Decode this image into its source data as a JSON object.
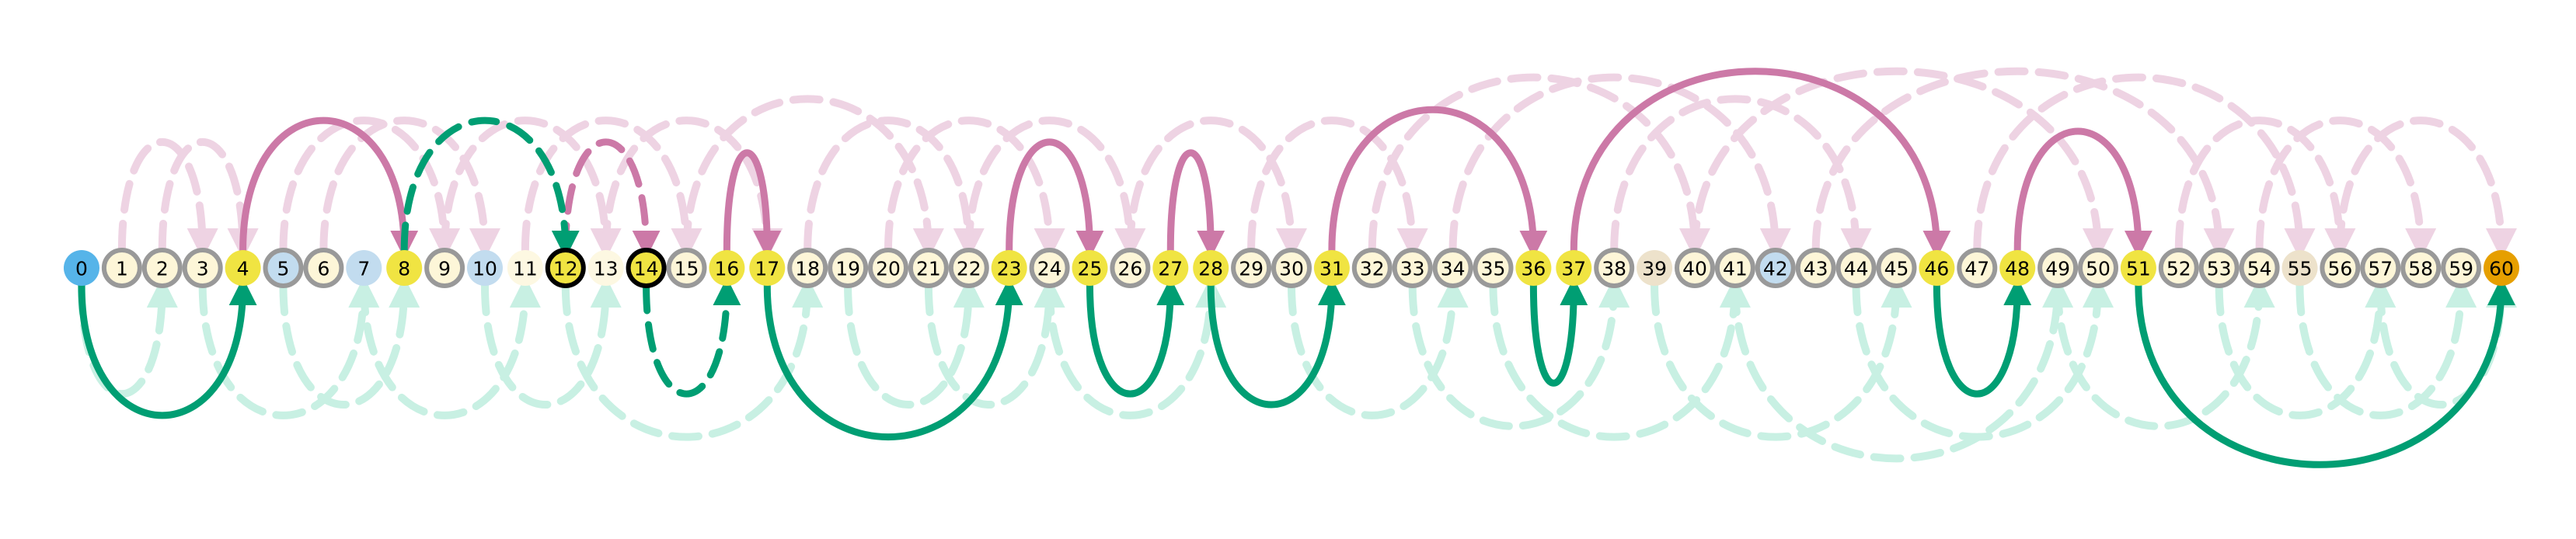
{
  "node_labels": [
    "0",
    "1",
    "2",
    "3",
    "4",
    "5",
    "6",
    "7",
    "8",
    "9",
    "10",
    "11",
    "12",
    "13",
    "14",
    "15",
    "16",
    "17",
    "18",
    "19",
    "20",
    "21",
    "22",
    "23",
    "24",
    "25",
    "26",
    "27",
    "28",
    "29",
    "30",
    "31",
    "32",
    "33",
    "34",
    "35",
    "36",
    "37",
    "38",
    "39",
    "40",
    "41",
    "42",
    "43",
    "44",
    "45",
    "46",
    "47",
    "48",
    "49",
    "50",
    "51",
    "52",
    "53",
    "54",
    "55",
    "56",
    "57",
    "58",
    "59",
    "60"
  ],
  "colors": {
    "start": "#56b4e9",
    "goal": "#e69f00",
    "path": "#f0e442",
    "visited_fill": "#fdf6d8",
    "visited_ring": "#999999",
    "blue_light": "#c2dcef",
    "beige": "#ede2cb",
    "cream": "#fdf8e2",
    "ring_highlight": "#000000",
    "active_up": "#cc79a7",
    "active_down": "#009e73",
    "faded_up": "#eed3e3",
    "faded_down": "#c8f0e3"
  },
  "node_styles": {
    "start": [
      0
    ],
    "goal": [
      60
    ],
    "path": [
      4,
      8,
      12,
      14,
      16,
      17,
      23,
      25,
      27,
      28,
      31,
      36,
      37,
      46,
      48,
      51
    ],
    "ringed_cream": [
      1,
      2,
      3,
      5,
      6,
      9,
      15,
      18,
      19,
      20,
      21,
      22,
      24,
      26,
      29,
      30,
      32,
      33,
      34,
      35,
      38,
      40,
      41,
      43,
      44,
      45,
      47,
      49,
      50,
      52,
      53,
      54,
      56,
      57,
      58,
      59
    ],
    "blue_light": [
      5,
      7,
      10,
      42
    ],
    "beige": [
      39,
      55
    ],
    "cream_plain": [
      11,
      13
    ],
    "black_ring": [
      12,
      14
    ]
  },
  "active_arcs": [
    {
      "from": 4,
      "to": 8,
      "side": "up",
      "dashed": false
    },
    {
      "from": 16,
      "to": 17,
      "side": "up",
      "dashed": false
    },
    {
      "from": 23,
      "to": 25,
      "side": "up",
      "dashed": false
    },
    {
      "from": 27,
      "to": 28,
      "side": "up",
      "dashed": false
    },
    {
      "from": 31,
      "to": 36,
      "side": "up",
      "dashed": false
    },
    {
      "from": 37,
      "to": 46,
      "side": "up",
      "dashed": false
    },
    {
      "from": 48,
      "to": 51,
      "side": "up",
      "dashed": false
    },
    {
      "from": 12,
      "to": 14,
      "side": "up",
      "dashed": true
    },
    {
      "from": 0,
      "to": 4,
      "side": "down",
      "dashed": false
    },
    {
      "from": 17,
      "to": 23,
      "side": "down",
      "dashed": false
    },
    {
      "from": 25,
      "to": 27,
      "side": "down",
      "dashed": false
    },
    {
      "from": 28,
      "to": 31,
      "side": "down",
      "dashed": false
    },
    {
      "from": 36,
      "to": 37,
      "side": "down",
      "dashed": false
    },
    {
      "from": 46,
      "to": 48,
      "side": "down",
      "dashed": false
    },
    {
      "from": 51,
      "to": 60,
      "side": "down",
      "dashed": false
    },
    {
      "from": 8,
      "to": 12,
      "side": "up",
      "dashed": true,
      "color": "down"
    },
    {
      "from": 14,
      "to": 16,
      "side": "down",
      "dashed": true
    }
  ],
  "faded_arcs": [
    {
      "from": 1,
      "to": 3,
      "side": "up"
    },
    {
      "from": 2,
      "to": 4,
      "side": "up"
    },
    {
      "from": 5,
      "to": 9,
      "side": "up"
    },
    {
      "from": 6,
      "to": 10,
      "side": "up"
    },
    {
      "from": 9,
      "to": 13,
      "side": "up"
    },
    {
      "from": 11,
      "to": 15,
      "side": "up"
    },
    {
      "from": 13,
      "to": 17,
      "side": "up"
    },
    {
      "from": 15,
      "to": 21,
      "side": "up"
    },
    {
      "from": 18,
      "to": 22,
      "side": "up"
    },
    {
      "from": 20,
      "to": 24,
      "side": "up"
    },
    {
      "from": 22,
      "to": 26,
      "side": "up"
    },
    {
      "from": 26,
      "to": 30,
      "side": "up"
    },
    {
      "from": 29,
      "to": 33,
      "side": "up"
    },
    {
      "from": 32,
      "to": 40,
      "side": "up"
    },
    {
      "from": 34,
      "to": 42,
      "side": "up"
    },
    {
      "from": 38,
      "to": 44,
      "side": "up"
    },
    {
      "from": 40,
      "to": 50,
      "side": "up"
    },
    {
      "from": 43,
      "to": 53,
      "side": "up"
    },
    {
      "from": 47,
      "to": 55,
      "side": "up"
    },
    {
      "from": 52,
      "to": 56,
      "side": "up"
    },
    {
      "from": 54,
      "to": 58,
      "side": "up"
    },
    {
      "from": 56,
      "to": 60,
      "side": "up"
    },
    {
      "from": 0,
      "to": 2,
      "side": "down"
    },
    {
      "from": 3,
      "to": 7,
      "side": "down"
    },
    {
      "from": 5,
      "to": 8,
      "side": "down"
    },
    {
      "from": 7,
      "to": 11,
      "side": "down"
    },
    {
      "from": 10,
      "to": 13,
      "side": "down"
    },
    {
      "from": 12,
      "to": 18,
      "side": "down"
    },
    {
      "from": 19,
      "to": 22,
      "side": "down"
    },
    {
      "from": 21,
      "to": 24,
      "side": "down"
    },
    {
      "from": 24,
      "to": 28,
      "side": "down"
    },
    {
      "from": 30,
      "to": 34,
      "side": "down"
    },
    {
      "from": 33,
      "to": 38,
      "side": "down"
    },
    {
      "from": 35,
      "to": 41,
      "side": "down"
    },
    {
      "from": 39,
      "to": 45,
      "side": "down"
    },
    {
      "from": 41,
      "to": 49,
      "side": "down"
    },
    {
      "from": 44,
      "to": 50,
      "side": "down"
    },
    {
      "from": 49,
      "to": 54,
      "side": "down"
    },
    {
      "from": 53,
      "to": 57,
      "side": "down"
    },
    {
      "from": 55,
      "to": 59,
      "side": "down"
    },
    {
      "from": 57,
      "to": 60,
      "side": "down"
    }
  ]
}
